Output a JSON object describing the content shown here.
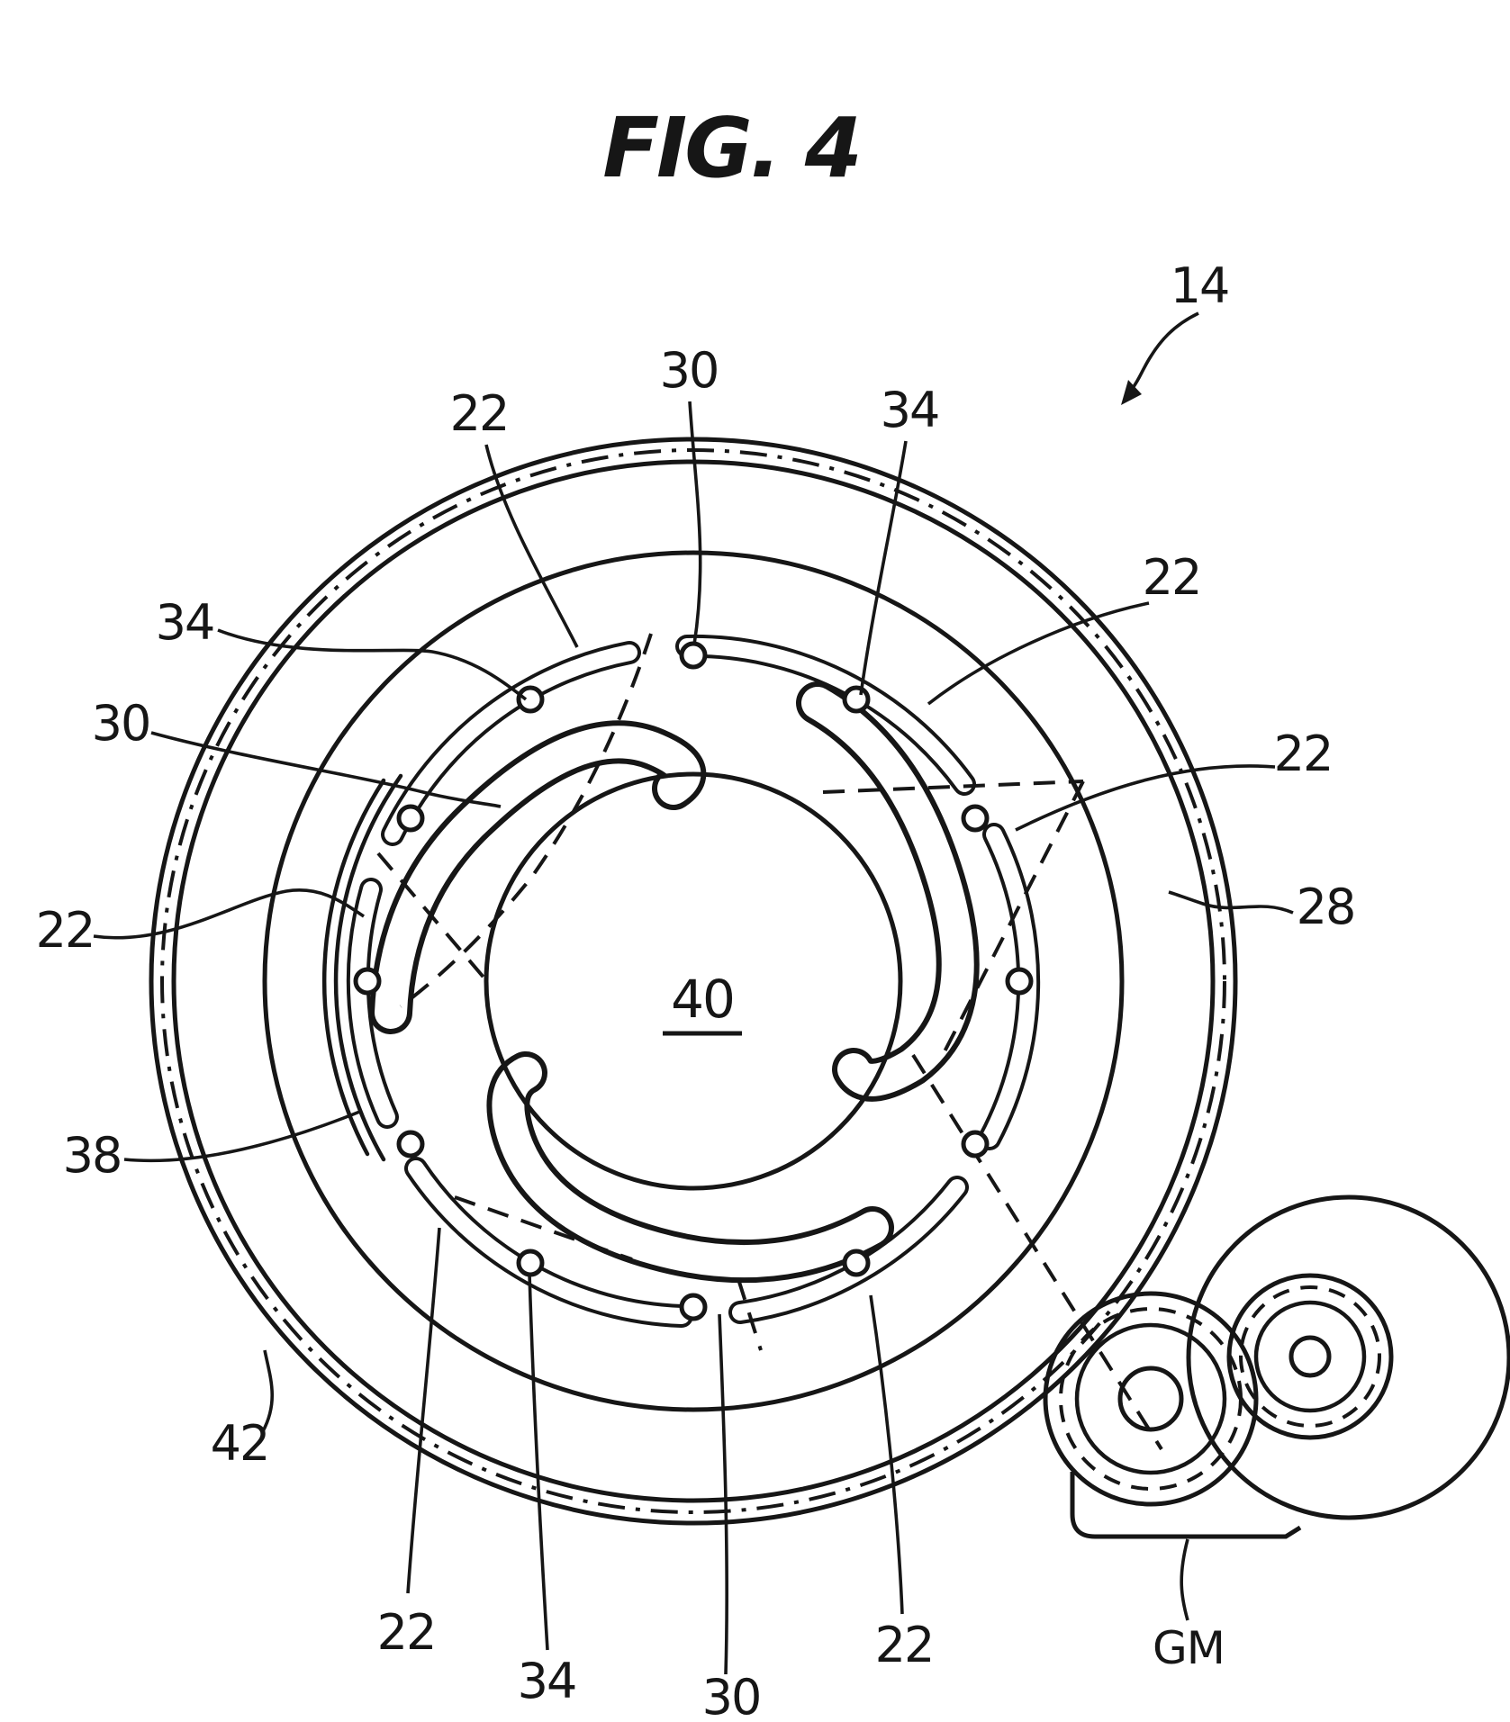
{
  "page": {
    "background": "#ffffff",
    "ink": "#161616"
  },
  "figure": {
    "title": "FIG. 4"
  },
  "reference_numerals": {
    "ref_14": "14",
    "ref_22": "22",
    "ref_28": "28",
    "ref_30": "30",
    "ref_34": "34",
    "ref_38": "38",
    "ref_40": "40",
    "ref_42": "42",
    "ref_gm": "GM"
  }
}
